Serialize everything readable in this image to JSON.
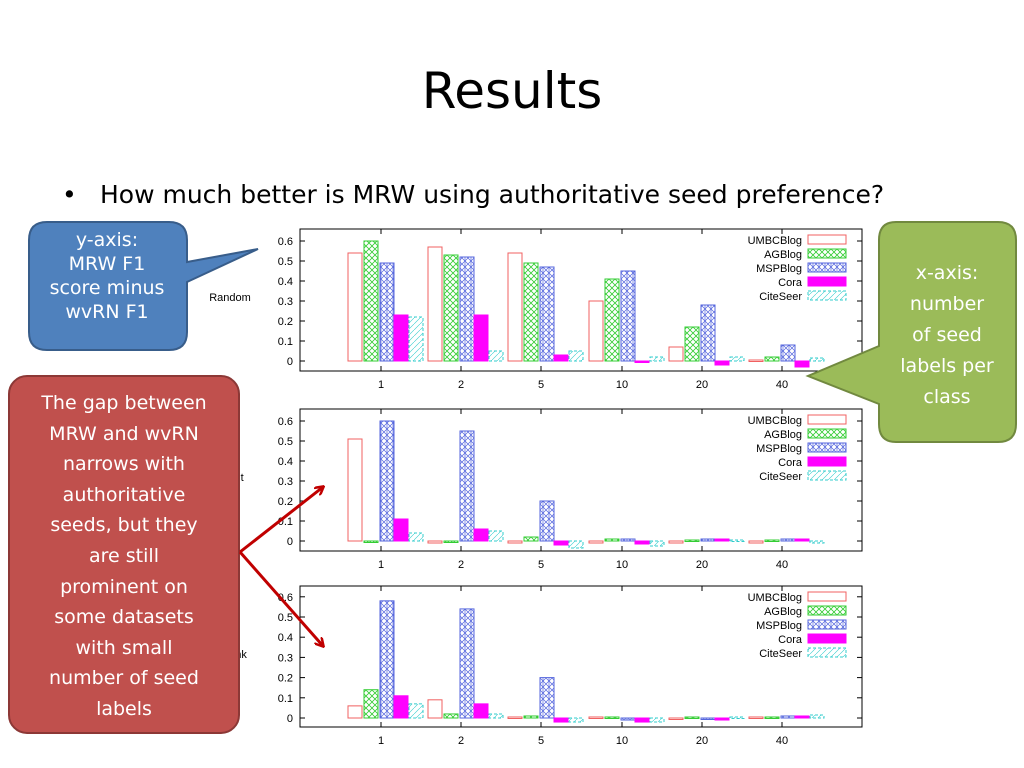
{
  "slide": {
    "title": "Results",
    "bullet": "How much better is MRW using authoritative seed preference?"
  },
  "callouts": {
    "y_axis": "y-axis:\nMRW F1\nscore minus\nwvRN F1",
    "x_axis": "x-axis:\nnumber\nof seed\nlabels per\nclass",
    "gap": "The gap between\nMRW and wvRN\nnarrows with\nauthoritative\nseeds, but they\nare still\nprominent on\nsome datasets\nwith small\nnumber of seed\nlabels"
  },
  "colors": {
    "UMBCBlog": "#f06060",
    "AGBlog": "#33cc33",
    "MSPBlog": "#5566dd",
    "Cora": "#ff00ff",
    "CiteSeer": "#33cccc",
    "callout_blue": "#4f81bd",
    "callout_green": "#9bbb59",
    "callout_red": "#c0504d",
    "arrow_red": "#c00000"
  },
  "chart_data": [
    {
      "type": "bar",
      "panel_label": "Random",
      "categories": [
        "1",
        "2",
        "5",
        "10",
        "20",
        "40"
      ],
      "ylim": [
        -0.02,
        0.65
      ],
      "yticks": [
        "0.6",
        "0.5",
        "0.4",
        "0.3",
        "0.2",
        "0.1",
        "0"
      ],
      "series": [
        {
          "name": "UMBCBlog",
          "values": [
            0.54,
            0.57,
            0.54,
            0.3,
            0.07,
            0.005
          ]
        },
        {
          "name": "AGBlog",
          "values": [
            0.6,
            0.53,
            0.49,
            0.41,
            0.17,
            0.02
          ]
        },
        {
          "name": "MSPBlog",
          "values": [
            0.49,
            0.52,
            0.47,
            0.45,
            0.28,
            0.08
          ]
        },
        {
          "name": "Cora",
          "values": [
            0.23,
            0.23,
            0.03,
            -0.005,
            -0.02,
            -0.03
          ]
        },
        {
          "name": "CiteSeer",
          "values": [
            0.22,
            0.05,
            0.05,
            0.02,
            0.02,
            0.015
          ]
        }
      ]
    },
    {
      "type": "bar",
      "panel_label": "unt",
      "categories": [
        "1",
        "2",
        "5",
        "10",
        "20",
        "40"
      ],
      "ylim": [
        -0.04,
        0.65
      ],
      "yticks": [
        "0.6",
        "0.5",
        "0.4",
        "0.3",
        "0.2",
        "0.1",
        "0"
      ],
      "series": [
        {
          "name": "UMBCBlog",
          "values": [
            0.51,
            -0.01,
            -0.01,
            -0.01,
            -0.01,
            -0.01
          ]
        },
        {
          "name": "AGBlog",
          "values": [
            0.0,
            0.0,
            0.02,
            0.01,
            0.005,
            0.005
          ]
        },
        {
          "name": "MSPBlog",
          "values": [
            0.6,
            0.55,
            0.2,
            0.01,
            0.01,
            0.01
          ]
        },
        {
          "name": "Cora",
          "values": [
            0.11,
            0.06,
            -0.02,
            -0.015,
            0.01,
            0.01
          ]
        },
        {
          "name": "CiteSeer",
          "values": [
            0.04,
            0.05,
            -0.035,
            -0.025,
            0.005,
            -0.01
          ]
        }
      ]
    },
    {
      "type": "bar",
      "panel_label": "ank",
      "categories": [
        "1",
        "2",
        "5",
        "10",
        "20",
        "40"
      ],
      "ylim": [
        -0.04,
        0.65
      ],
      "yticks": [
        "0.6",
        "0.5",
        "0.4",
        "0.3",
        "0.2",
        "0.1",
        "0"
      ],
      "series": [
        {
          "name": "UMBCBlog",
          "values": [
            0.06,
            0.09,
            0.005,
            0.005,
            -0.005,
            0.005
          ]
        },
        {
          "name": "AGBlog",
          "values": [
            0.14,
            0.02,
            0.01,
            0.005,
            0.005,
            0.005
          ]
        },
        {
          "name": "MSPBlog",
          "values": [
            0.58,
            0.54,
            0.2,
            -0.01,
            -0.005,
            0.01
          ]
        },
        {
          "name": "Cora",
          "values": [
            0.11,
            0.07,
            -0.02,
            -0.02,
            -0.01,
            0.01
          ]
        },
        {
          "name": "CiteSeer",
          "values": [
            0.07,
            0.02,
            -0.02,
            -0.02,
            0.005,
            0.015
          ]
        }
      ]
    }
  ]
}
